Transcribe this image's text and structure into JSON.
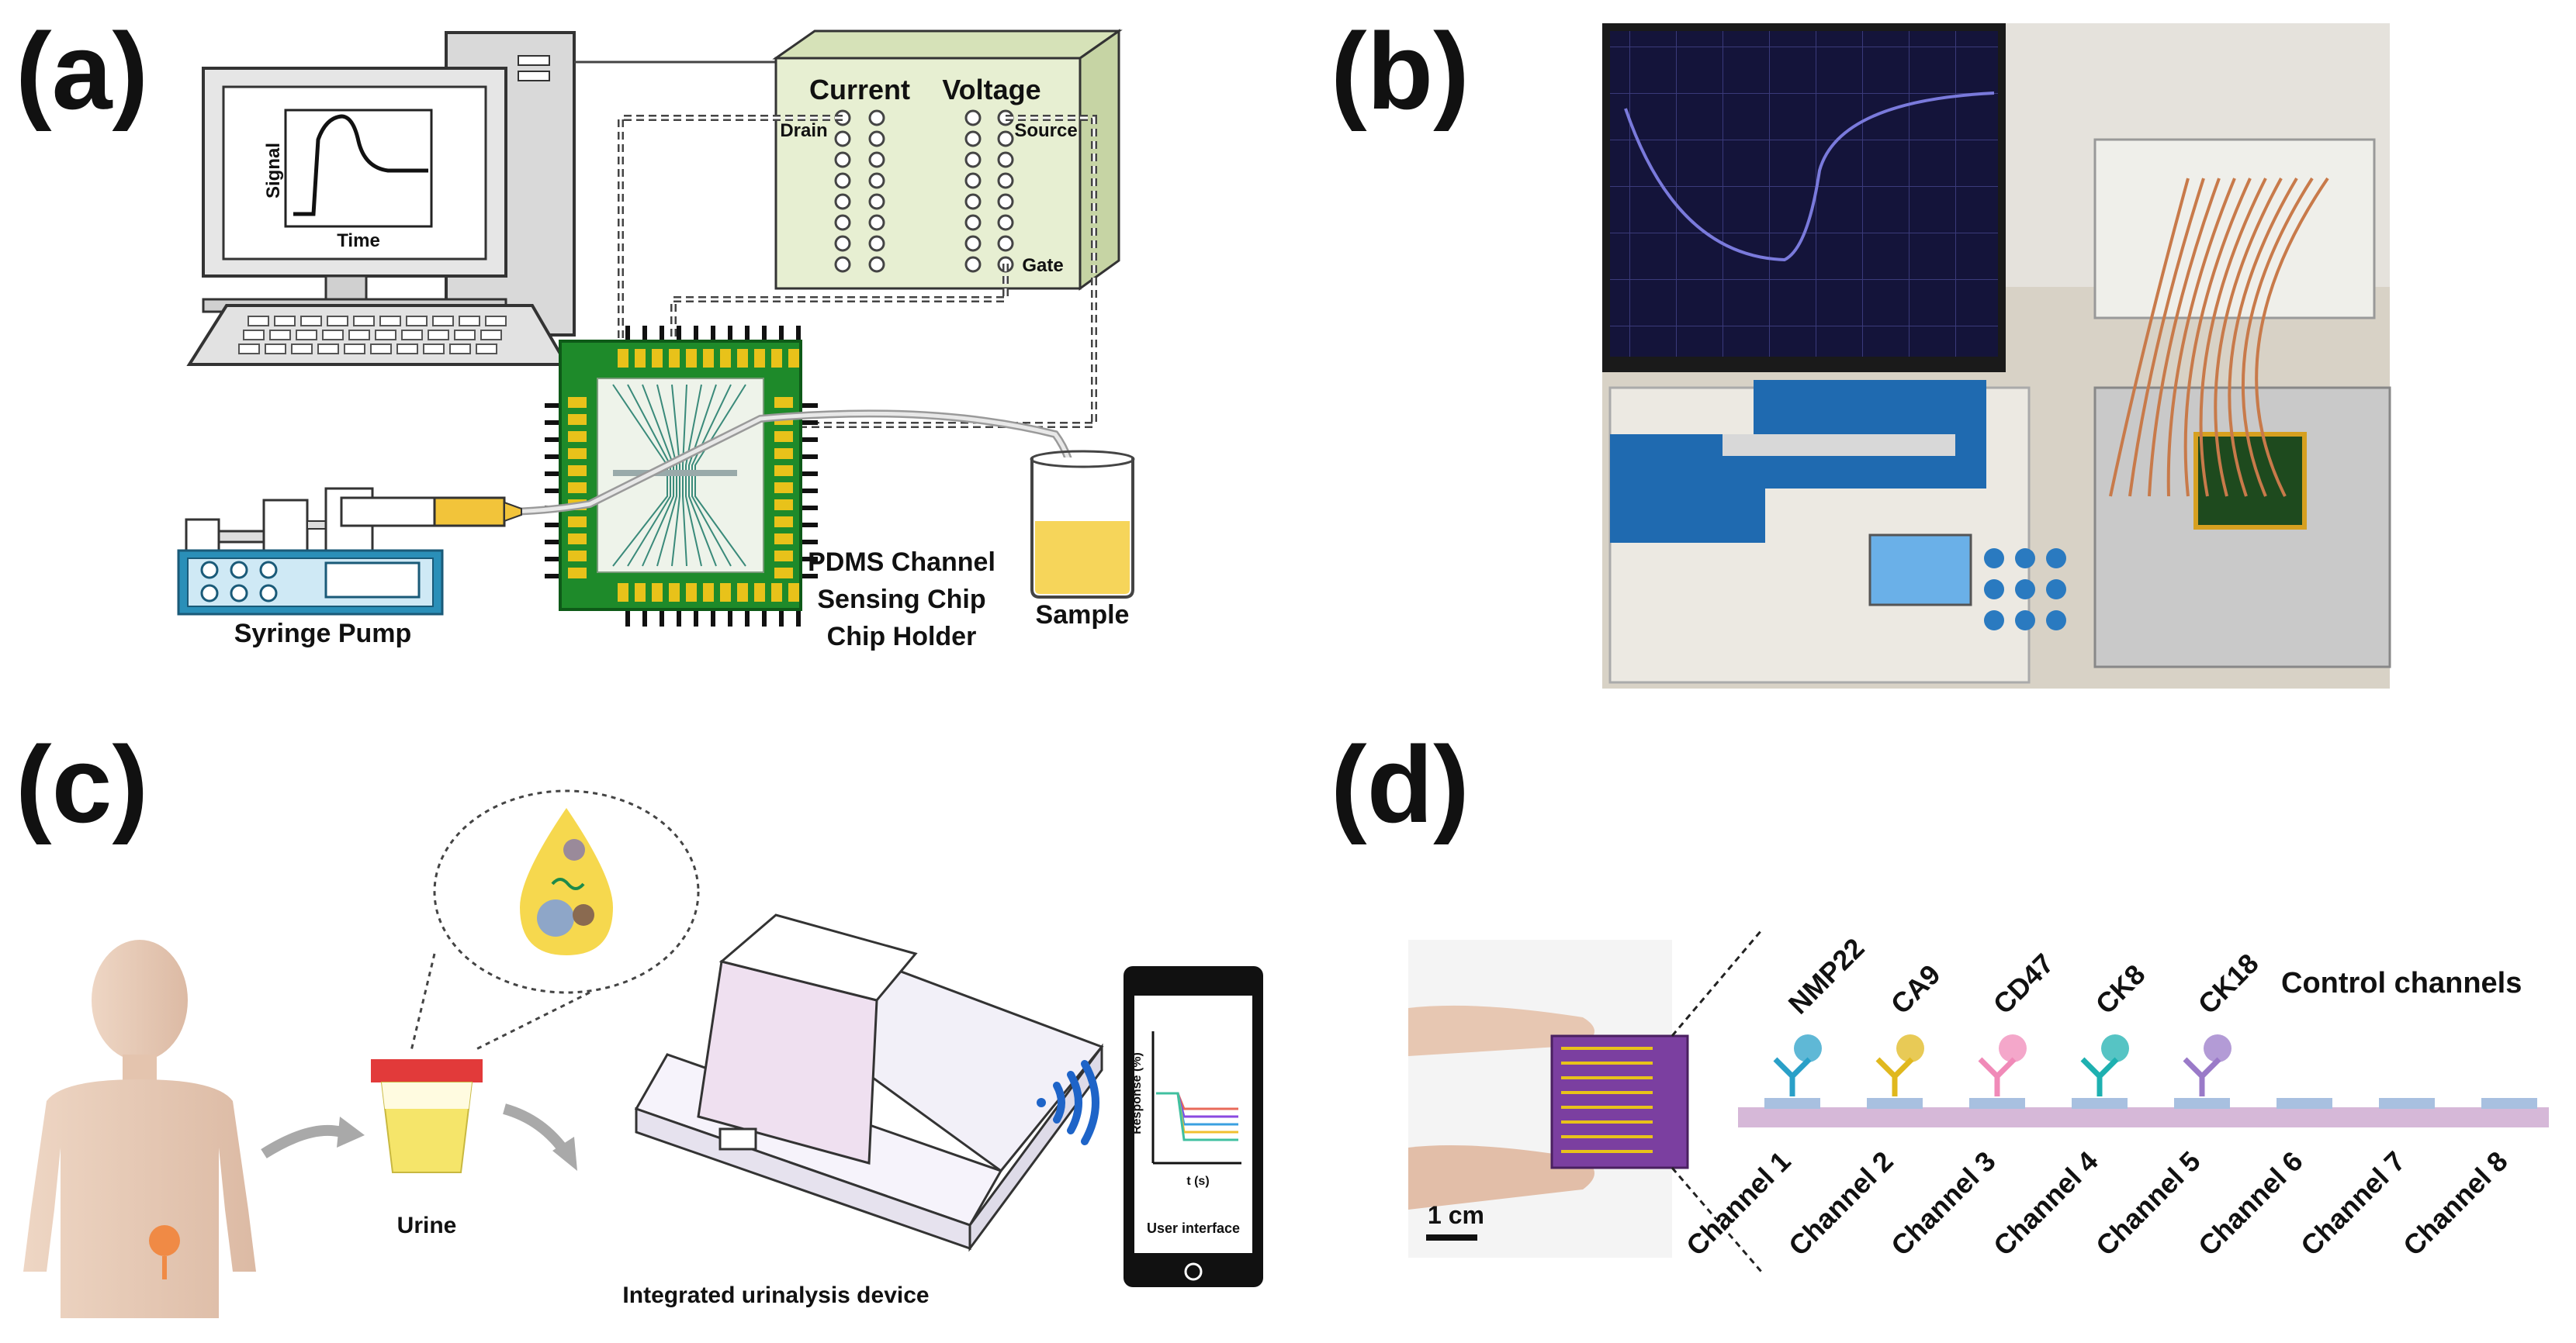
{
  "panels": {
    "a": {
      "label": "(a)",
      "monitor": {
        "ylabel": "Signal",
        "xlabel": "Time"
      },
      "instrument": {
        "current": "Current",
        "voltage": "Voltage",
        "drain": "Drain",
        "source": "Source",
        "gate": "Gate"
      },
      "syringe_pump": "Syringe Pump",
      "chip_labels": [
        "PDMS Channel",
        "Sensing Chip",
        "Chip Holder"
      ],
      "sample": "Sample"
    },
    "b": {
      "label": "(b)"
    },
    "c": {
      "label": "(c)",
      "urine": "Urine",
      "device": "Integrated urinalysis device",
      "phone": {
        "ylabel": "Response (%)",
        "xlabel": "t (s)",
        "caption": "User interface"
      }
    },
    "d": {
      "label": "(d)",
      "scale": "1 cm",
      "control": "Control channels",
      "markers": [
        "NMP22",
        "CA9",
        "CD47",
        "CK8",
        "CK18"
      ],
      "channels": [
        "Channel 1",
        "Channel 2",
        "Channel 3",
        "Channel 4",
        "Channel 5",
        "Channel 6",
        "Channel 7",
        "Channel 8"
      ]
    }
  },
  "colors": {
    "chip_green": "#1e8a2a",
    "chip_gold": "#e8c21a",
    "instrument_box": "#e7efd2",
    "sample_yellow": "#f6d55a",
    "pump_blue": "#2a8fb8",
    "syringe_yellow": "#f2c43a",
    "wifi_blue": "#1e64c8",
    "cup_red": "#e23a3a",
    "body_skin": "#e7cbb7",
    "bladder_orange": "#f08a45",
    "substrate_purple": "#7b3fa0",
    "antibody_colors": [
      "#2aa0c8",
      "#e0b81e",
      "#f08ab8",
      "#1eb0b0",
      "#9a7ac8"
    ],
    "response_lines": [
      "#e86a5a",
      "#8a4ae0",
      "#3aa0e0",
      "#f0c030",
      "#40c0a0"
    ]
  },
  "icons": [
    "monitor-icon",
    "cpu-tower-icon",
    "keyboard-icon",
    "syringe-pump-icon",
    "sensing-chip-icon",
    "beaker-icon",
    "human-body-icon",
    "urine-cup-icon",
    "droplet-icon",
    "device-icon",
    "wifi-icon",
    "smartphone-icon",
    "finger-chip-photo",
    "antibody-icon"
  ]
}
